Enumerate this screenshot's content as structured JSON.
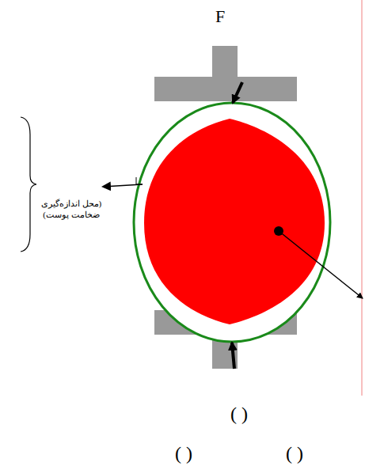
{
  "diagram": {
    "labels": [
      "F",
      "(محل اندازه‌گیری ضخامت پوست)",
      "( )",
      "( )",
      "( )"
    ]
  }
}
